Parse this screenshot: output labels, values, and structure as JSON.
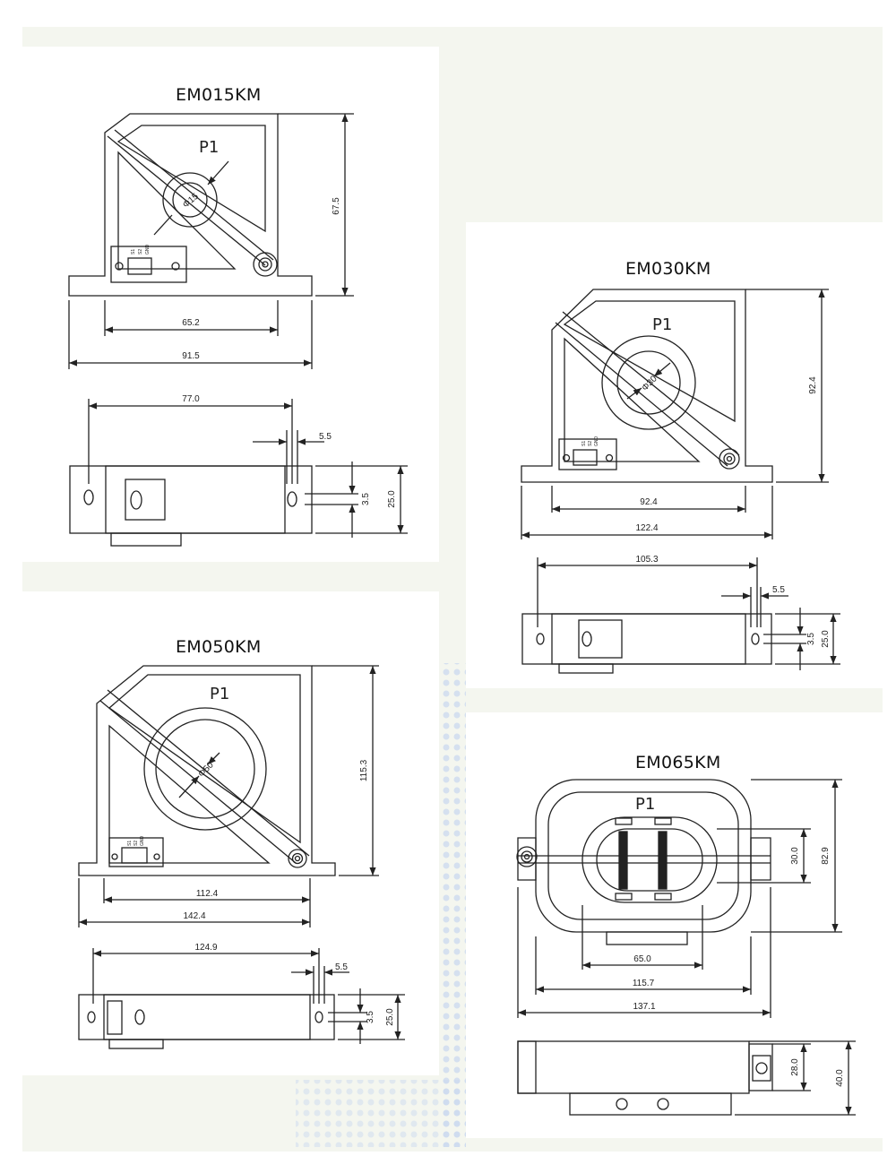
{
  "colors": {
    "background_band": "#f4f6ef",
    "panel": "#ffffff",
    "line": "#222222",
    "dots": "#c7d7ef"
  },
  "models": [
    {
      "title": "EM015KM",
      "front": {
        "label": "P1",
        "hole": "Φ15",
        "height": "67.5",
        "width_inner": "65.2",
        "width_outer": "91.5",
        "terminals": [
          "S1",
          "S2",
          "GND"
        ]
      },
      "side": {
        "length": "77.0",
        "gap": "5.5",
        "slot": "3.5",
        "thickness": "25.0"
      }
    },
    {
      "title": "EM030KM",
      "front": {
        "label": "P1",
        "hole": "Φ30",
        "height": "92.4",
        "width_inner": "92.4",
        "width_outer": "122.4",
        "terminals": [
          "S1",
          "S2",
          "GND"
        ]
      },
      "side": {
        "length": "105.3",
        "gap": "5.5",
        "slot": "3.5",
        "thickness": "25.0"
      }
    },
    {
      "title": "EM050KM",
      "front": {
        "label": "P1",
        "hole": "Φ50",
        "height": "115.3",
        "width_inner": "112.4",
        "width_outer": "142.4",
        "terminals": [
          "S1",
          "S2",
          "GND"
        ]
      },
      "side": {
        "length": "124.9",
        "gap": "5.5",
        "slot": "3.5",
        "thickness": "25.0"
      }
    },
    {
      "title": "EM065KM",
      "front": {
        "label": "P1",
        "hole_height": "30.0",
        "height": "82.9",
        "width_hole": "65.0",
        "width_inner": "115.7",
        "width_outer": "137.1"
      },
      "side": {
        "height_inner": "28.0",
        "height_outer": "40.0"
      }
    }
  ]
}
